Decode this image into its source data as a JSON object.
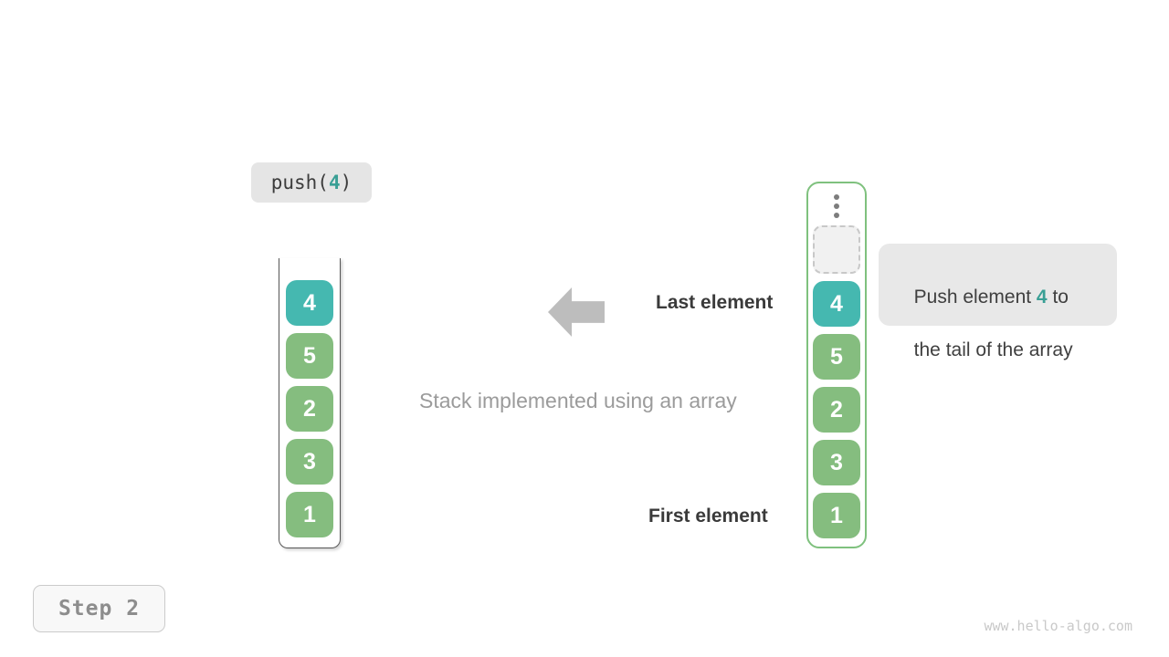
{
  "operation_label": {
    "prefix": "push(",
    "arg": "4",
    "suffix": ")"
  },
  "step_label": "Step 2",
  "caption": "Stack implemented using an array",
  "labels": {
    "last": "Last element",
    "first": "First element"
  },
  "callout": {
    "line1_pre": "Push element ",
    "line1_value": "4",
    "line1_post": " to",
    "line2": "the tail of the array"
  },
  "left_stack": {
    "cells": [
      {
        "value": "4",
        "highlight": true
      },
      {
        "value": "5",
        "highlight": false
      },
      {
        "value": "2",
        "highlight": false
      },
      {
        "value": "3",
        "highlight": false
      },
      {
        "value": "1",
        "highlight": false
      }
    ]
  },
  "right_array": {
    "has_ellipsis": true,
    "has_empty_slot": true,
    "cells": [
      {
        "value": "4",
        "highlight": true
      },
      {
        "value": "5",
        "highlight": false
      },
      {
        "value": "2",
        "highlight": false
      },
      {
        "value": "3",
        "highlight": false
      },
      {
        "value": "1",
        "highlight": false
      }
    ]
  },
  "watermark": "www.hello-algo.com",
  "colors": {
    "teal_cell": "#45b8b0",
    "teal_text": "#399f95",
    "green_cell": "#85bd7f",
    "green_border": "#7fc17e"
  }
}
